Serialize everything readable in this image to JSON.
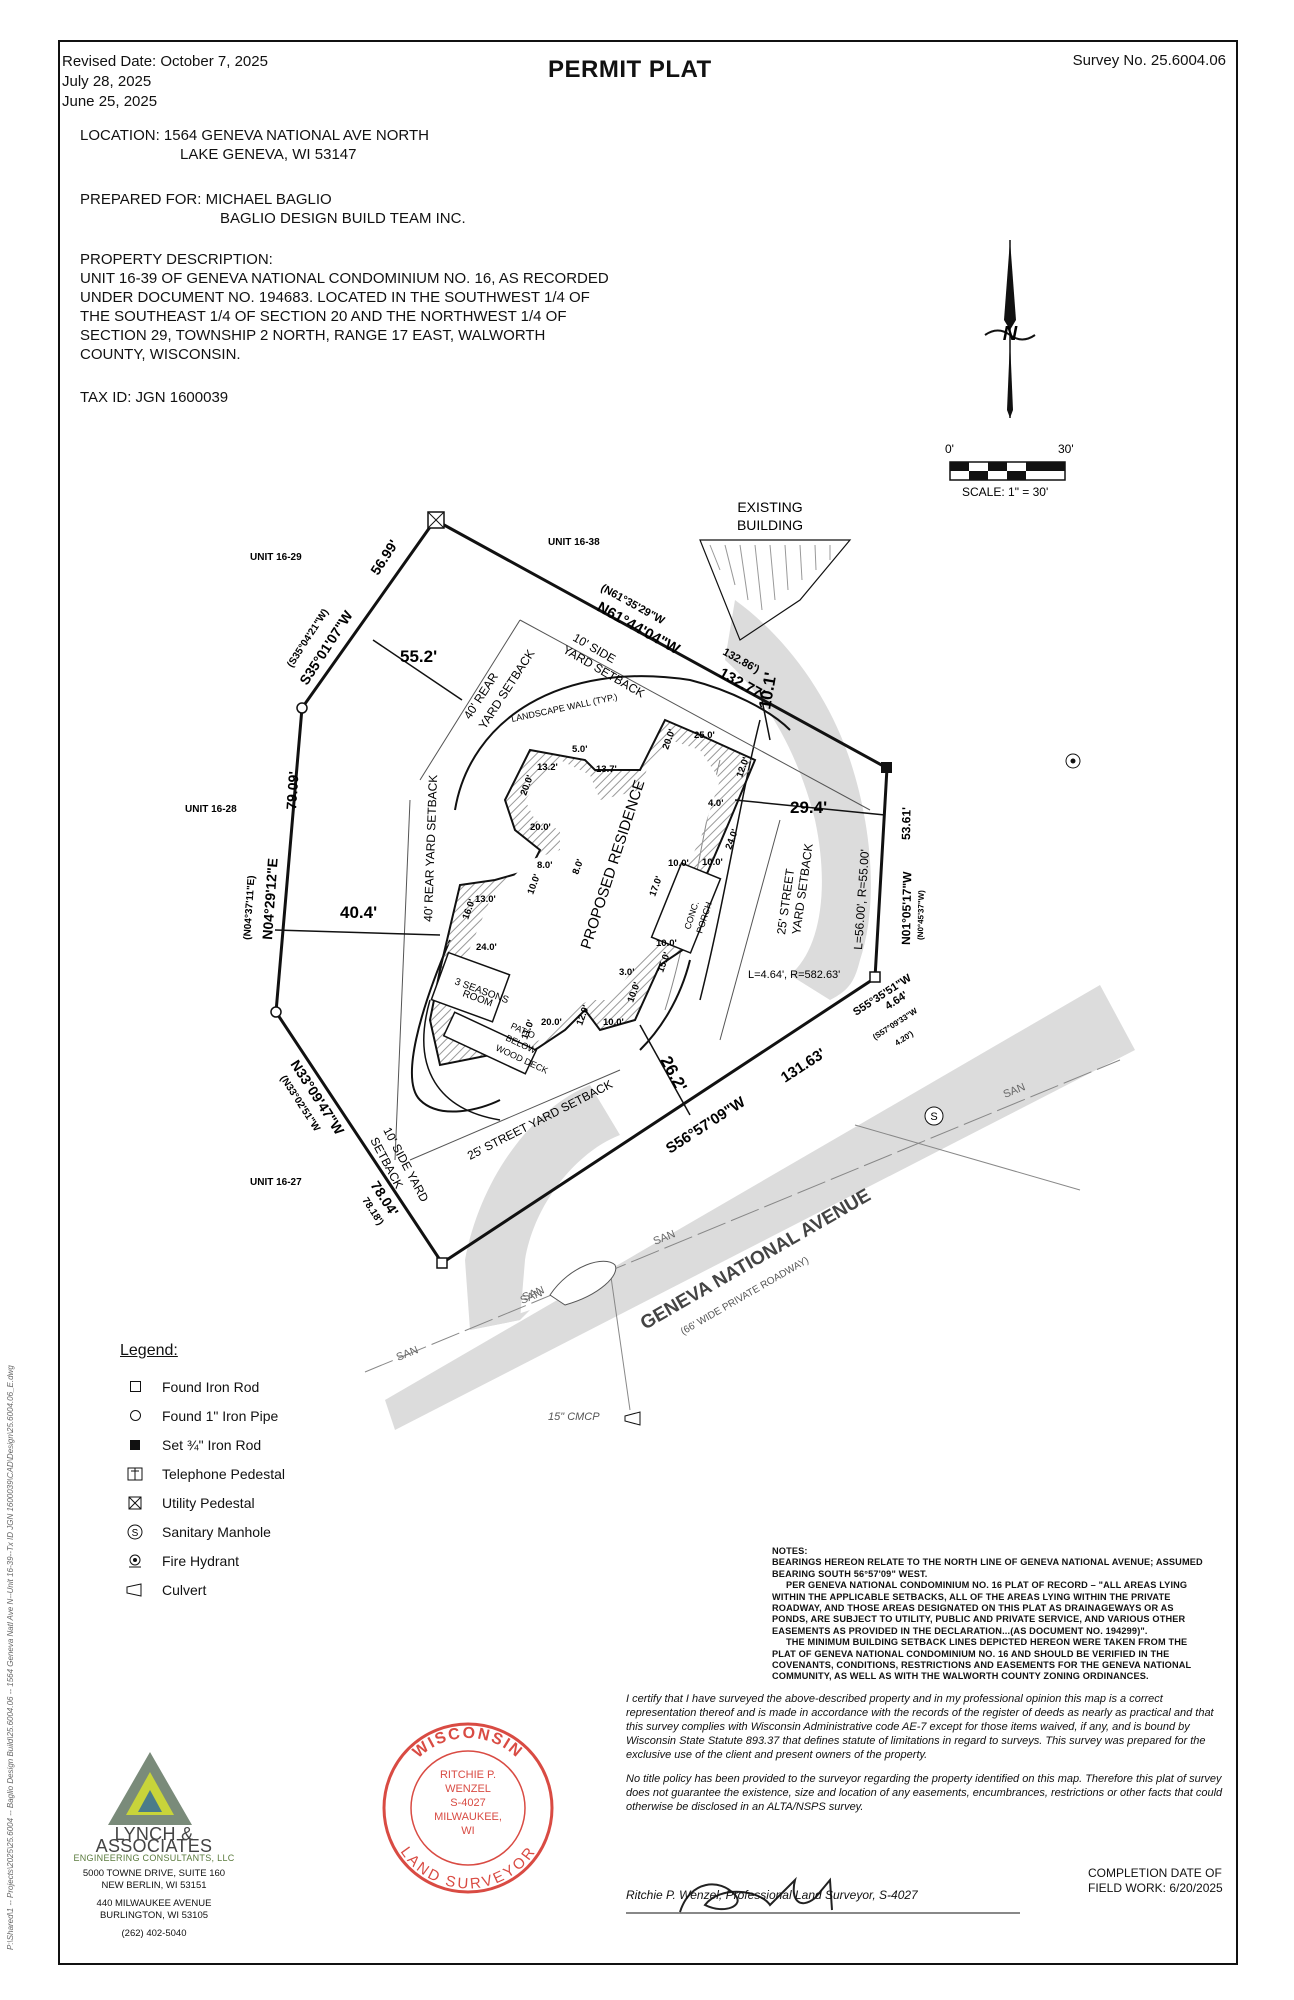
{
  "header": {
    "revised": "Revised Date: October 7, 2025",
    "date2": "July 28, 2025",
    "date3": "June 25, 2025",
    "title": "PERMIT PLAT",
    "survey_no": "Survey No. 25.6004.06"
  },
  "location": {
    "line1": "LOCATION: 1564 GENEVA NATIONAL AVE NORTH",
    "line2": "LAKE GENEVA, WI 53147"
  },
  "prepared": {
    "line1": "PREPARED FOR: MICHAEL BAGLIO",
    "line2": "BAGLIO DESIGN BUILD TEAM INC."
  },
  "property": {
    "heading": "PROPERTY DESCRIPTION:",
    "lines": [
      "UNIT 16-39 OF GENEVA NATIONAL CONDOMINIUM NO. 16, AS RECORDED",
      "UNDER DOCUMENT NO. 194683. LOCATED IN THE SOUTHWEST 1/4 OF",
      "THE SOUTHEAST 1/4 OF SECTION 20 AND THE NORTHWEST 1/4 OF",
      "SECTION 29, TOWNSHIP 2 NORTH, RANGE 17 EAST, WALWORTH",
      "COUNTY, WISCONSIN."
    ]
  },
  "tax_id": "TAX ID: JGN 1600039",
  "scale": {
    "zero": "0'",
    "thirty": "30'",
    "label": "SCALE: 1\" = 30'",
    "north": "N"
  },
  "plat": {
    "existing_building": [
      "EXISTING",
      "BUILDING"
    ],
    "units": [
      "UNIT 16-29",
      "UNIT 16-38",
      "UNIT 16-28",
      "UNIT 16-27"
    ],
    "bearings": {
      "north_line": "N61°44'04\"W",
      "north_line_dist": "132.77'",
      "north_record": "(N61°35'29\"W",
      "north_record_dist": "132.86')",
      "nw_line": "S35°01'07\"W",
      "nw_dist": "56.99'",
      "nw_record": "(S35°04'21\"W)",
      "west_line": "N04°29'12\"E",
      "west_dist": "79.09'",
      "west_record": "(N04°37'11\"E)",
      "sw_line": "N33°09'47\"W",
      "sw_dist": "78.04'",
      "sw_record": "(N33°02'51\"W",
      "sw_record_dist": "78.18')",
      "south_line": "S56°57'09\"W",
      "south_dist": "131.63'",
      "east_line": "N01°05'17\"W",
      "east_dist": "53.61'",
      "east_record": "(N0°45'37\"W)",
      "se_line": "S55°35'51\"W",
      "se_dist": "4.64'",
      "se_record": "(S57°09'33\"W",
      "se_record_dist": "4.20')",
      "curve1": "L=4.64', R=582.63'",
      "curve2": "L=56.00', R=55.00'"
    },
    "dims": {
      "rear_offset": "55.2'",
      "west_offset": "40.4'",
      "east_offset": "29.4'",
      "street_offset": "26.2'",
      "north_offset": "10.1'"
    },
    "setbacks": {
      "rear1": [
        "40' REAR",
        "YARD SETBACK"
      ],
      "side1": [
        "10' SIDE",
        "YARD SETBACK"
      ],
      "rear2": "40' REAR YARD SETBACK",
      "street1": [
        "25' STREET",
        "YARD SETBACK"
      ],
      "street2": "25' STREET YARD SETBACK",
      "side2": [
        "10' SIDE YARD",
        "SETBACK"
      ],
      "wall": "LANDSCAPE WALL (TYP.)"
    },
    "building": {
      "name": "PROPOSED RESIDENCE",
      "porch": [
        "CONC.",
        "PORCH"
      ],
      "seasons": [
        "3 SEASONS",
        "ROOM"
      ],
      "patio": [
        "PATIO",
        "BELOW",
        "WOOD DECK"
      ],
      "dims": [
        "13.2'",
        "5.0'",
        "13.7'",
        "20.0'",
        "25.0'",
        "12.0'",
        "4.0'",
        "20.0'",
        "20.0'",
        "8.0'",
        "8.0'",
        "10.0'",
        "13.0'",
        "16.0'",
        "24.0'",
        "11.0'",
        "20.0'",
        "12.0'",
        "10.0'",
        "3.0'",
        "10.0'",
        "15.0'",
        "10.0'",
        "17.0'",
        "10.0'",
        "24.0'",
        "10.0'"
      ]
    },
    "road": {
      "name": "GENEVA NATIONAL AVENUE",
      "sub": "(66' WIDE PRIVATE ROADWAY)",
      "san": "SAN",
      "cmcp": "15\" CMCP"
    }
  },
  "legend": {
    "title": "Legend:",
    "items": [
      {
        "icon": "found-iron-rod-icon",
        "label": "Found Iron Rod"
      },
      {
        "icon": "found-iron-pipe-icon",
        "label": "Found 1\" Iron Pipe"
      },
      {
        "icon": "set-iron-rod-icon",
        "label": "Set ¾\" Iron Rod"
      },
      {
        "icon": "telephone-pedestal-icon",
        "label": "Telephone Pedestal"
      },
      {
        "icon": "utility-pedestal-icon",
        "label": "Utility Pedestal"
      },
      {
        "icon": "sanitary-manhole-icon",
        "label": "Sanitary Manhole"
      },
      {
        "icon": "fire-hydrant-icon",
        "label": "Fire Hydrant"
      },
      {
        "icon": "culvert-icon",
        "label": "Culvert"
      }
    ]
  },
  "notes": {
    "title": "NOTES:",
    "p1": "BEARINGS HEREON RELATE TO THE NORTH LINE OF GENEVA NATIONAL AVENUE; ASSUMED BEARING SOUTH 56°57'09\" WEST.",
    "p2": "PER GENEVA NATIONAL CONDOMINIUM NO. 16 PLAT OF RECORD – \"ALL AREAS LYING WITHIN THE APPLICABLE SETBACKS, ALL OF THE AREAS LYING WITHIN THE PRIVATE ROADWAY, AND THOSE AREAS DESIGNATED ON THIS PLAT AS DRAINAGEWAYS OR AS PONDS, ARE SUBJECT TO UTILITY, PUBLIC AND PRIVATE SERVICE, AND VARIOUS OTHER EASEMENTS AS PROVIDED IN THE DECLARATION...(AS DOCUMENT NO. 194299)\".",
    "p3": "THE MINIMUM BUILDING SETBACK LINES DEPICTED HEREON WERE TAKEN FROM THE PLAT OF GENEVA NATIONAL CONDOMINIUM NO. 16 AND SHOULD BE VERIFIED IN THE COVENANTS, CONDITIONS, RESTRICTIONS AND EASEMENTS FOR THE GENEVA NATIONAL COMMUNITY, AS WELL AS WITH THE WALWORTH COUNTY ZONING ORDINANCES."
  },
  "certification": {
    "p1": "I certify that I have surveyed the above-described property and in my professional opinion this map is a correct representation thereof and is made in accordance with the records of the register of deeds as nearly as practical and that this survey complies with Wisconsin Administrative code AE-7 except for those items waived, if any, and is bound by Wisconsin State Statute 893.37 that defines statute of limitations in regard to surveys. This survey was prepared for the exclusive use of the client and present owners of the property.",
    "p2": "No title policy has been provided to the surveyor regarding the property identified on this map.  Therefore this plat of survey does not guarantee the existence, size and location of any easements, encumbrances, restrictions or other facts that could otherwise be disclosed in an ALTA/NSPS survey.",
    "signature": "Ritchie P. Wenzel, Professional Land Surveyor, S-4027"
  },
  "seal": {
    "top": "WISCONSIN",
    "bottom": "LAND SURVEYOR",
    "lines": [
      "RITCHIE P.",
      "WENZEL",
      "S-4027",
      "MILWAUKEE,",
      "WI"
    ]
  },
  "company": {
    "name": "LYNCH & ASSOCIATES",
    "sub": "ENGINEERING CONSULTANTS, LLC",
    "addr1": "5000 TOWNE DRIVE, SUITE 160",
    "addr2": "NEW BERLIN, WI 53151",
    "addr3": "440 MILWAUKEE AVENUE",
    "addr4": "BURLINGTON, WI 53105",
    "phone": "(262) 402-5040"
  },
  "completion": {
    "line1": "COMPLETION DATE OF",
    "line2": "FIELD WORK: 6/20/2025"
  },
  "sidestrip": "P:\\Shared\\1 -- Projects\\2025\\25.6004 -- Baglio Design Build\\25.6004.06 -- 1564 Geneva Natl Ave N--Unit 16-39--Tx ID JGN 1600039\\CAD\\Design\\25.6004.06_E.dwg"
}
